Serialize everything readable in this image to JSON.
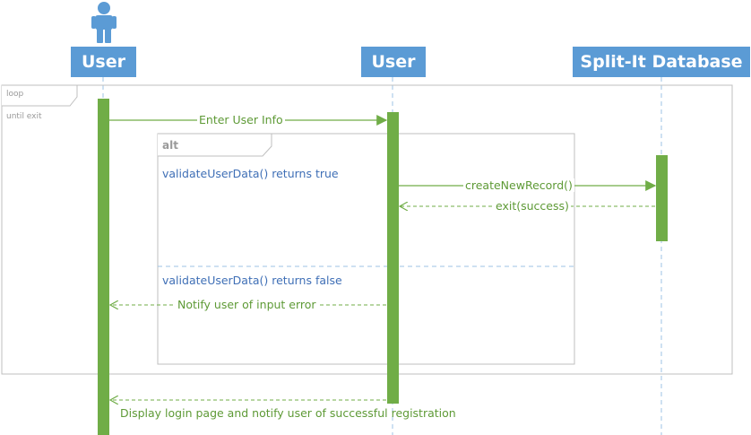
{
  "lifelines": [
    {
      "label": "User",
      "actor": true
    },
    {
      "label": "User",
      "actor": false
    },
    {
      "label": "Split-It Database",
      "actor": false
    }
  ],
  "fragments": {
    "loop": {
      "label": "loop",
      "guard": "until exit"
    },
    "alt": {
      "label": "alt",
      "operand1_guard": "validateUserData() returns true",
      "operand2_guard": "validateUserData() returns false"
    }
  },
  "messages": {
    "enter_info": "Enter User Info",
    "create_record": "createNewRecord()",
    "exit_success": "exit(success)",
    "notify_error": "Notify user of input error",
    "display_login": "Display login page and notify user of successful registration"
  },
  "colors": {
    "header": "#5b9bd5",
    "activation": "#70ad47",
    "message": "#70ad47",
    "lifeline": "#9dc3e6",
    "frame": "#bfbfbf"
  }
}
